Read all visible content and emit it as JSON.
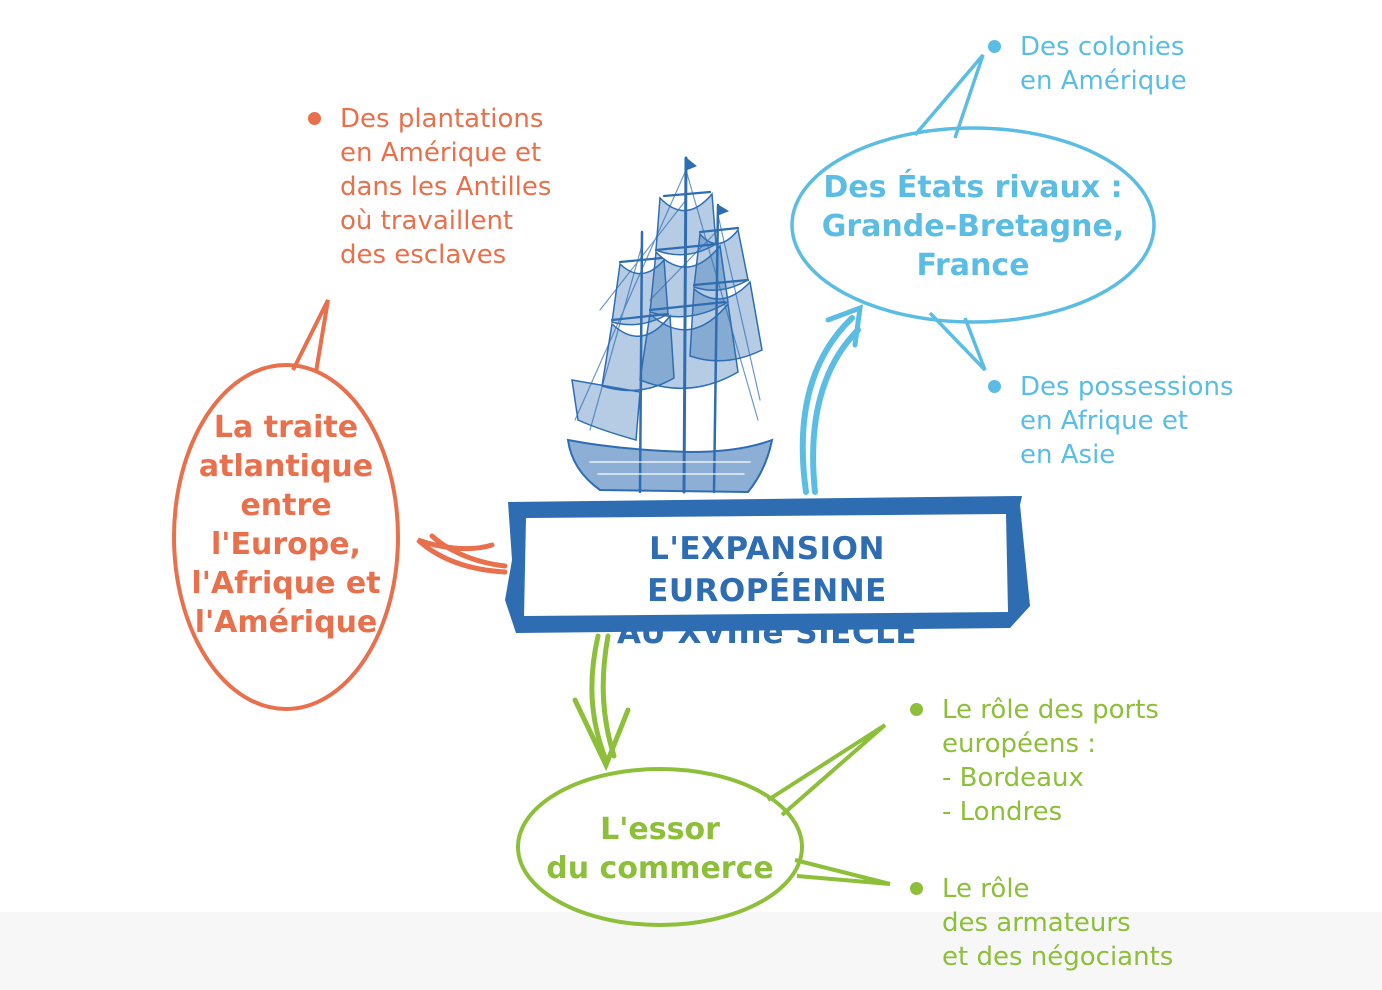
{
  "title": {
    "line1": "L'EXPANSION EUROPÉENNE",
    "line2": "AU XVIIIe SIÈCLE"
  },
  "colors": {
    "blue_dark": "#2f6db3",
    "blue_light": "#5bbde4",
    "orange": "#e8704c",
    "green": "#8dbf3a"
  },
  "icons": {
    "ship": "sailing-ship-illustration"
  },
  "orange_branch": {
    "bubble_lines": [
      "La traite",
      "atlantique",
      "entre",
      "l'Europe,",
      "l'Afrique et",
      "l'Amérique"
    ],
    "bullet_lines": [
      "Des plantations",
      "en Amérique et",
      "dans les Antilles",
      "où travaillent",
      "des esclaves"
    ]
  },
  "blue_branch": {
    "bubble_lines": [
      "Des États rivaux :",
      "Grande-Bretagne,",
      "France"
    ],
    "bullet1_lines": [
      "Des colonies",
      "en  Amérique"
    ],
    "bullet2_lines": [
      "Des possessions",
      "en Afrique et",
      "en Asie"
    ]
  },
  "green_branch": {
    "bubble_lines": [
      "L'essor",
      "du commerce"
    ],
    "bullet1_lines": [
      "Le rôle des ports",
      "européens :"
    ],
    "bullet1_sub": [
      "- Bordeaux",
      "- Londres"
    ],
    "bullet2_lines": [
      "Le rôle",
      "des armateurs",
      "et des négociants"
    ]
  }
}
